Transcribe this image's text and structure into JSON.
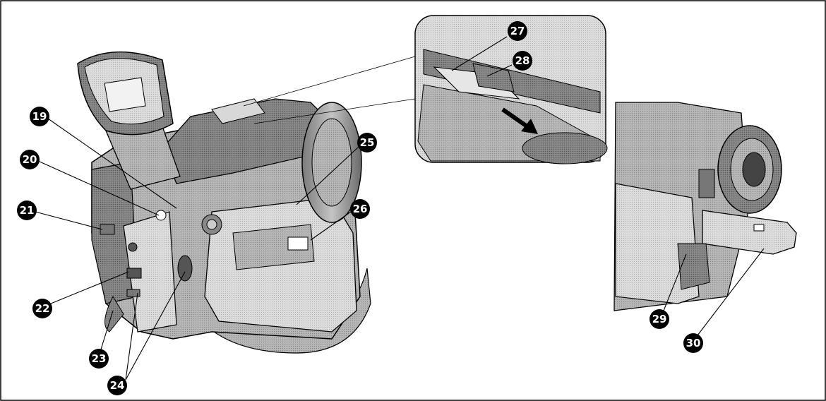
{
  "figure": {
    "callouts": [
      {
        "id": "c19",
        "label": "19"
      },
      {
        "id": "c20",
        "label": "20"
      },
      {
        "id": "c21",
        "label": "21"
      },
      {
        "id": "c22",
        "label": "22"
      },
      {
        "id": "c23",
        "label": "23"
      },
      {
        "id": "c24",
        "label": "24"
      },
      {
        "id": "c25",
        "label": "25"
      },
      {
        "id": "c26",
        "label": "26"
      },
      {
        "id": "c27",
        "label": "27"
      },
      {
        "id": "c28",
        "label": "28"
      },
      {
        "id": "c29",
        "label": "29"
      },
      {
        "id": "c30",
        "label": "30"
      }
    ],
    "colors": {
      "outline": "#000000",
      "body_dark": "#6e6e6e",
      "body_mid": "#9c9c9c",
      "body_light": "#d0d0d0",
      "panel_bg": "#ffffff",
      "callout_fill": "#000000",
      "callout_text": "#ffffff"
    }
  }
}
